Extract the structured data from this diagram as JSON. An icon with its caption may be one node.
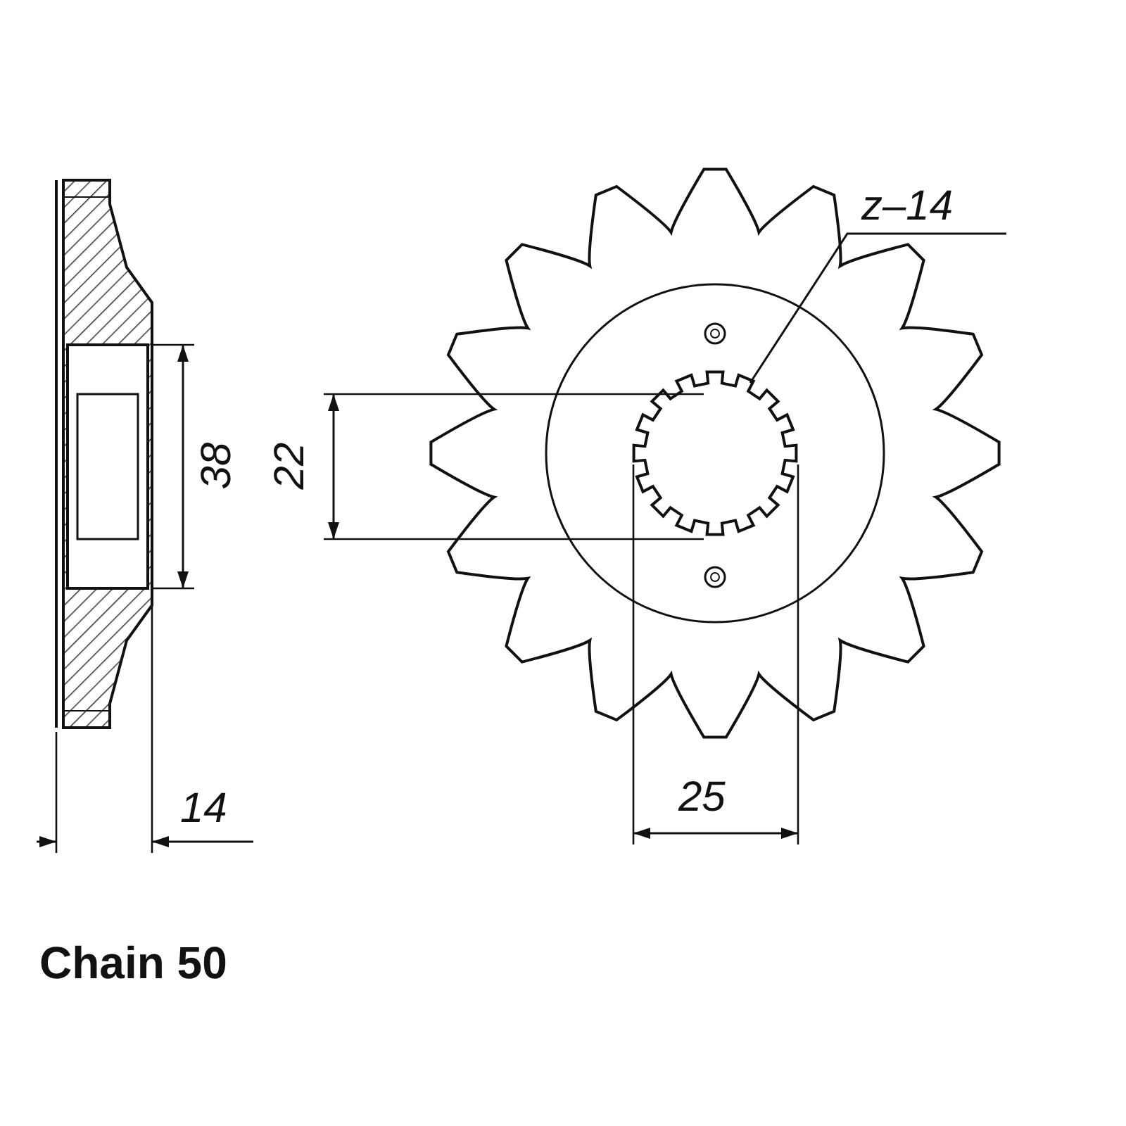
{
  "diagram": {
    "nodes": [
      {
        "text": [
          "z–14"
        ]
      },
      {
        "text": [],
        "shape": "picture"
      }
    ],
    "edges": [
      {
        "from": 0,
        "to": 1,
        "arrow": "none"
      }
    ],
    "labels": [
      "38",
      "22",
      "14",
      "25",
      "Chain 50"
    ]
  }
}
